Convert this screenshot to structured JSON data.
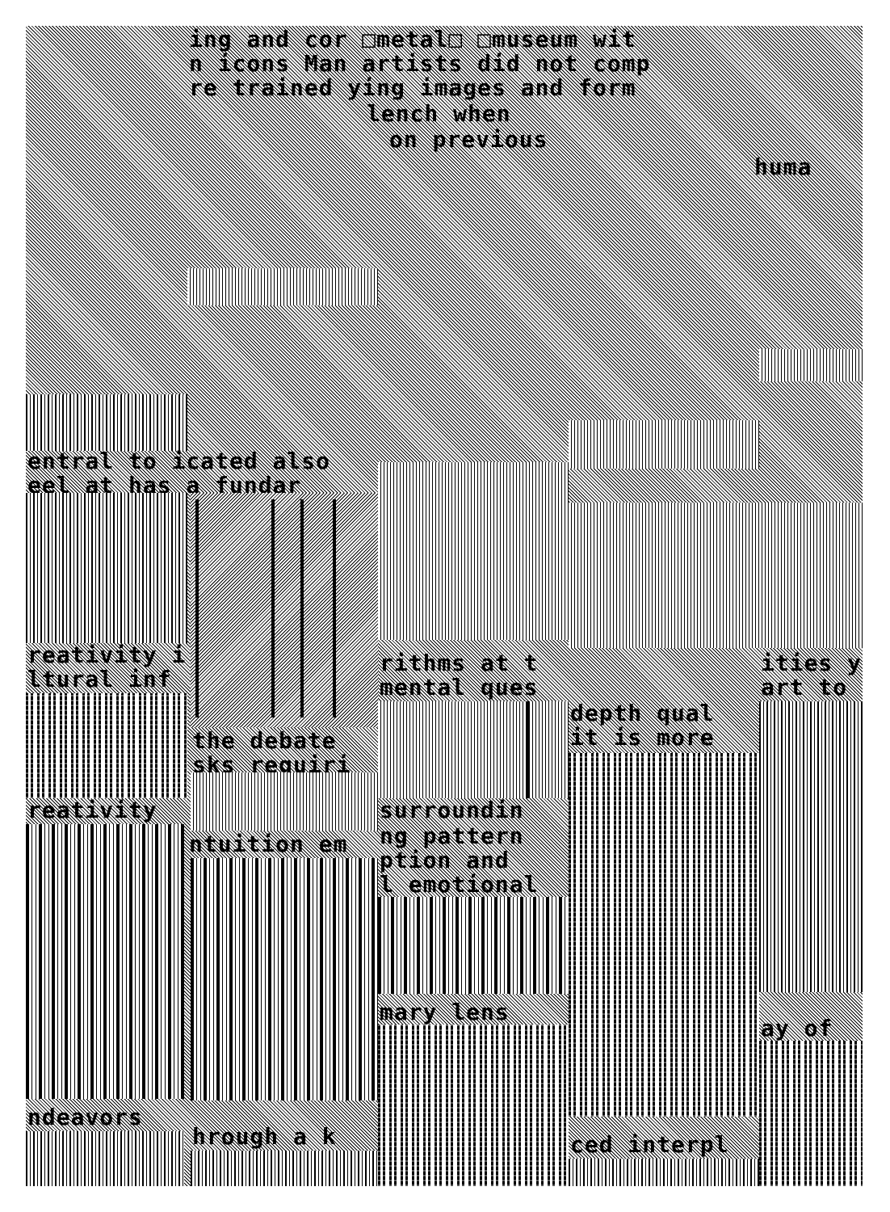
{
  "fragments": [
    "ing and cor □metal□ □museum wit",
    "n icons Man artists did not comp",
    "re trained ying images and form",
    "lench when",
    "on previous",
    "huma",
    "entral to icated also",
    "eel at has a fundar",
    "reativity i",
    "ltural inf",
    "rithms at t",
    "mental ques",
    "ities y",
    "art to",
    "depth qual",
    "it is more",
    "the debate",
    "sks requiri",
    "reativity",
    "surroundin",
    "ntuition em",
    "ng pattern",
    "ption and",
    "l emotional",
    "mary lens",
    "ay of",
    "ndeavors",
    "hrough a k",
    "ced interpl"
  ]
}
